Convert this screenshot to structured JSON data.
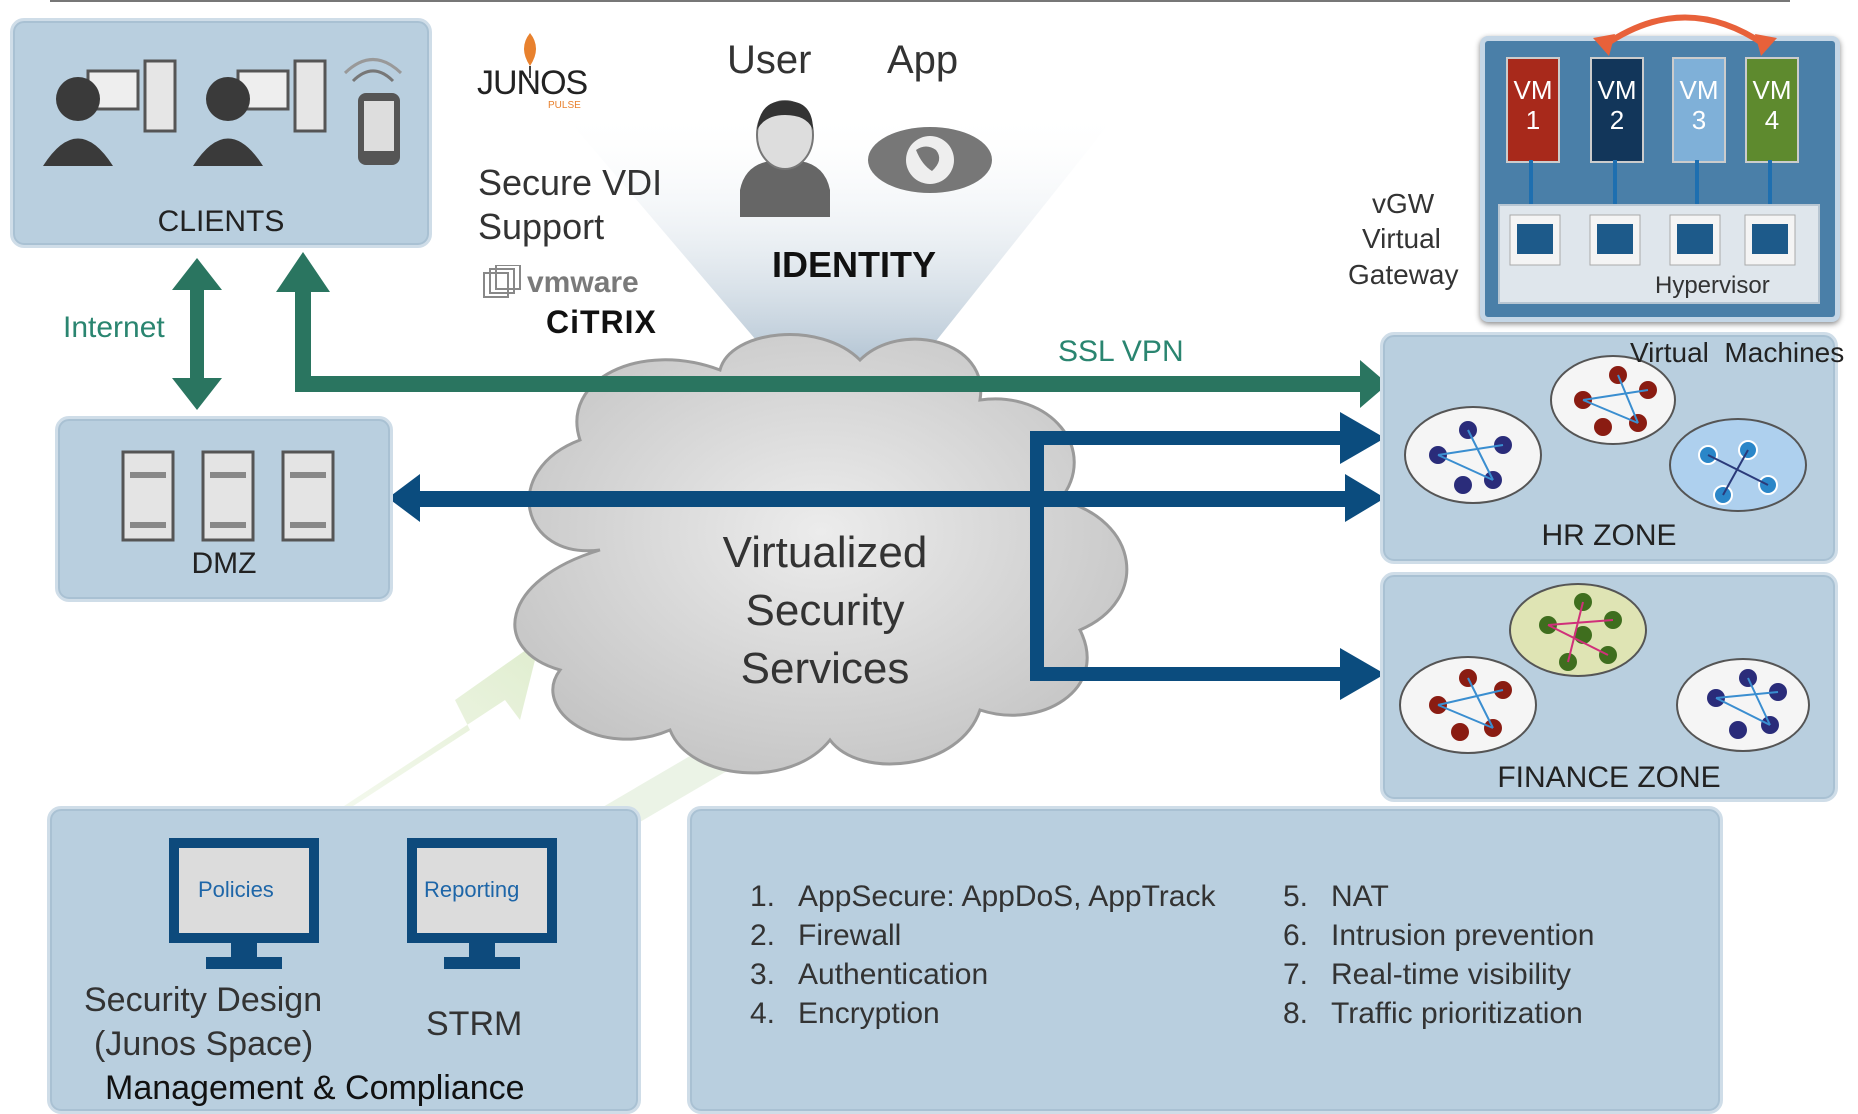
{
  "clients": {
    "label": "CLIENTS"
  },
  "dmz": {
    "label": "DMZ"
  },
  "internet": {
    "label": "Internet"
  },
  "junos": {
    "logo": "JUNOS",
    "sub": "PULSE"
  },
  "vdi": {
    "line1": "Secure VDI",
    "line2": "Support",
    "vmware": "vmware",
    "citrix": "CiTRIX"
  },
  "identity": {
    "user": "User",
    "app": "App",
    "label": "IDENTITY"
  },
  "ssl_vpn": "SSL VPN",
  "cloud": {
    "line1": "Virtualized",
    "line2": "Security",
    "line3": "Services"
  },
  "vgw": {
    "line1": "vGW",
    "line2": "Virtual",
    "line3": "Gateway"
  },
  "hypervisor": {
    "label": "Hypervisor",
    "vms": [
      {
        "name": "VM",
        "num": "1",
        "color": "#a8291b"
      },
      {
        "name": "VM",
        "num": "2",
        "color": "#12365a"
      },
      {
        "name": "VM",
        "num": "3",
        "color": "#7fb0d8"
      },
      {
        "name": "VM",
        "num": "4",
        "color": "#5e8a2e"
      }
    ]
  },
  "virtual_machines": "Virtual  Machines",
  "hr_zone": "HR ZONE",
  "finance_zone": "FINANCE ZONE",
  "management": {
    "title": "Management & Compliance",
    "policies": "Policies",
    "reporting": "Reporting",
    "design1": "Security Design",
    "design2": "(Junos Space)",
    "strm": "STRM"
  },
  "features": {
    "left": [
      {
        "n": "1.",
        "text": "AppSecure: AppDoS, AppTrack"
      },
      {
        "n": "2.",
        "text": "Firewall"
      },
      {
        "n": "3.",
        "text": "Authentication"
      },
      {
        "n": "4.",
        "text": "Encryption"
      }
    ],
    "right": [
      {
        "n": "5.",
        "text": "NAT"
      },
      {
        "n": "6.",
        "text": "Intrusion prevention"
      },
      {
        "n": "7.",
        "text": "Real-time visibility"
      },
      {
        "n": "8.",
        "text": "Traffic prioritization"
      }
    ]
  },
  "colors": {
    "green_arrow": "#2a7560",
    "blue_arrow": "#0b4c7e",
    "box": "#b9cfdf",
    "orange": "#e8613a"
  }
}
